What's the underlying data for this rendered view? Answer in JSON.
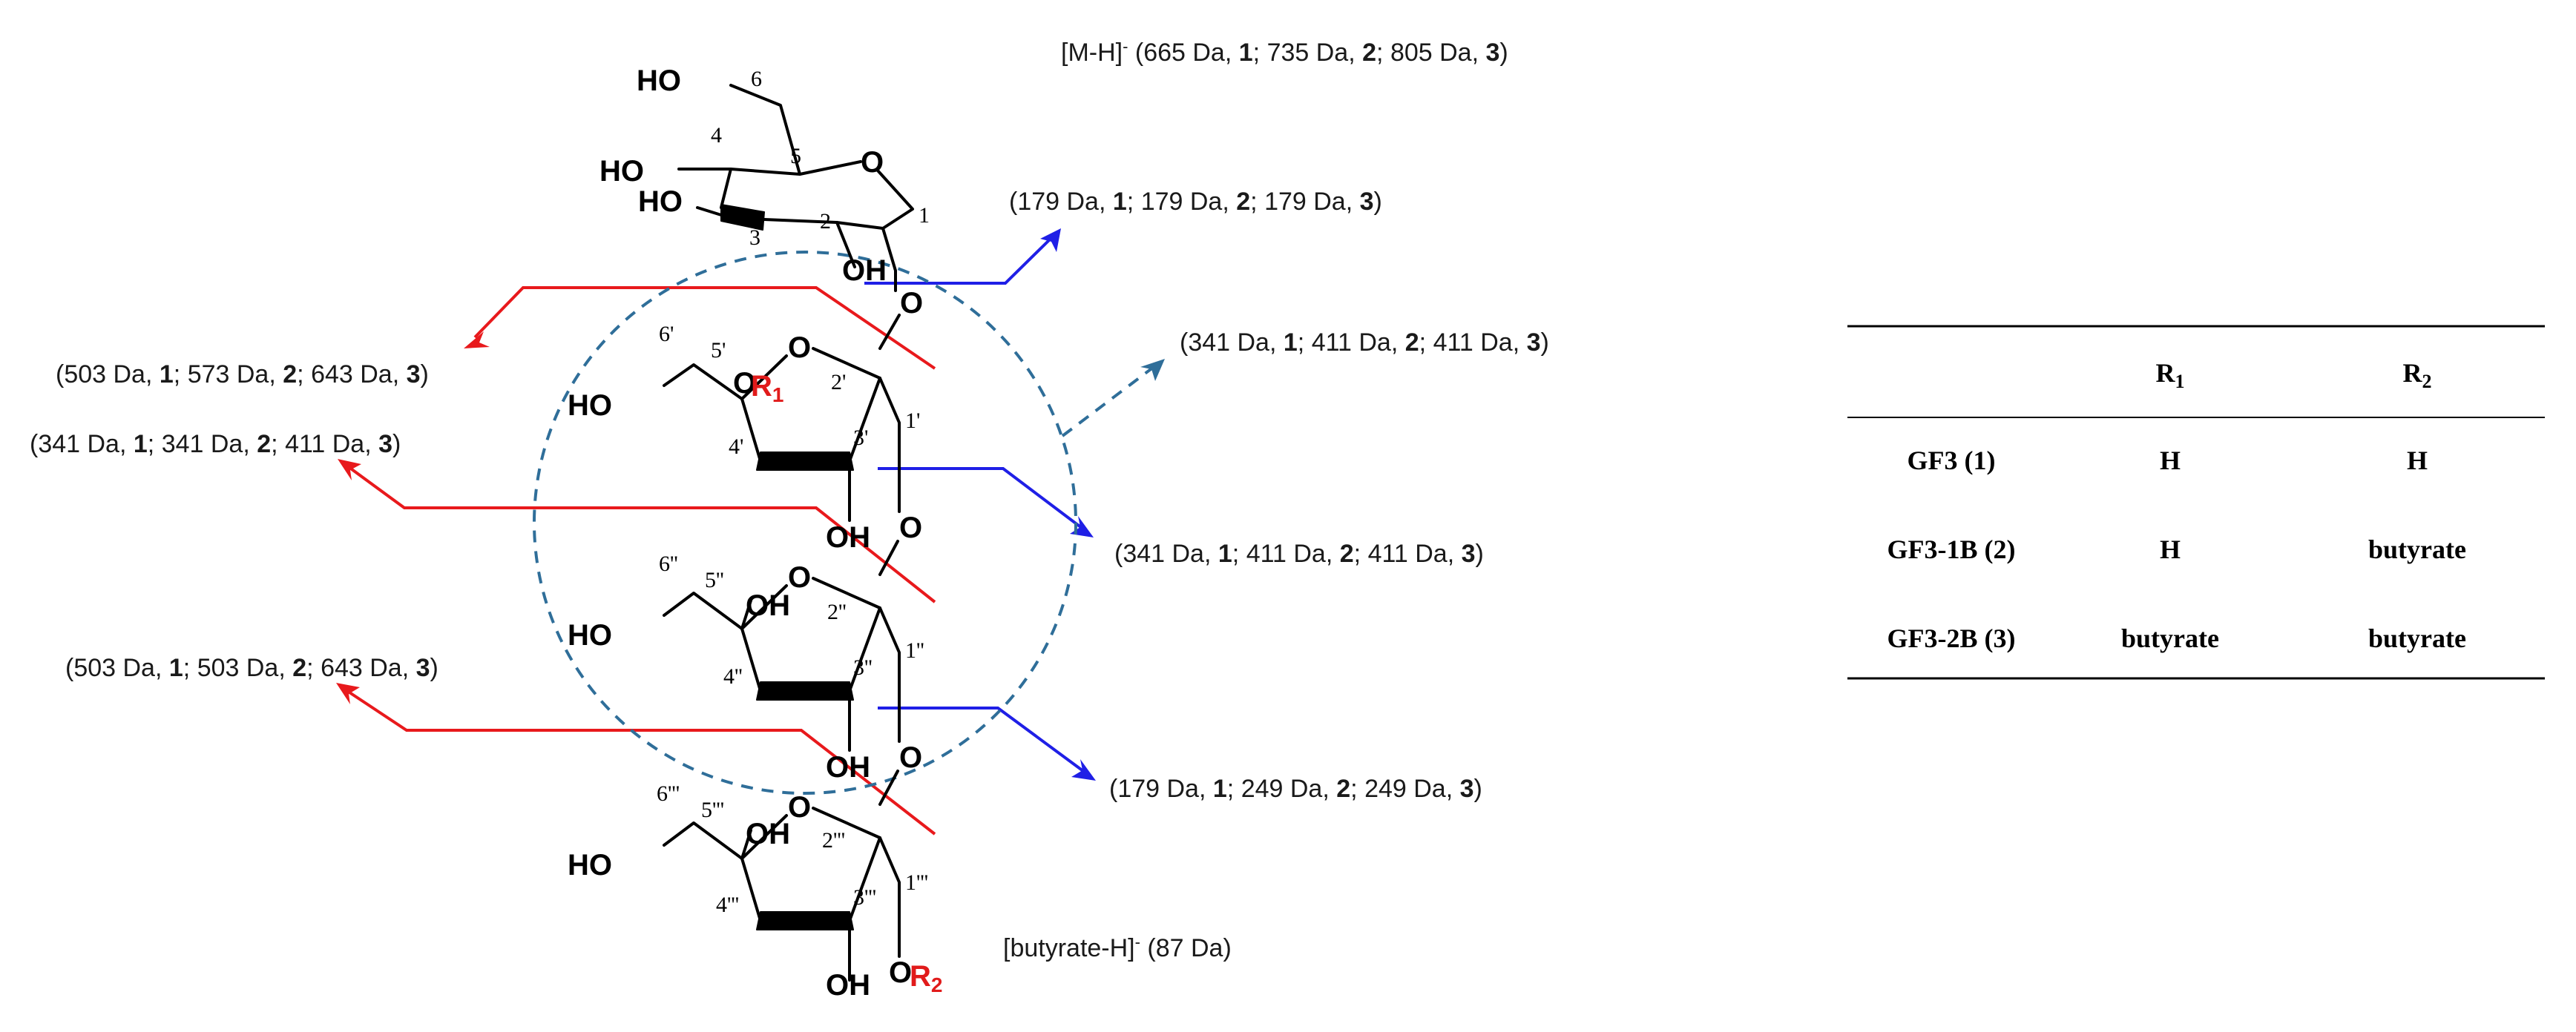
{
  "annotations": {
    "mh": {
      "prefix": "[M-H]",
      "sup": "-",
      "vals": [
        "665 Da",
        "735 Da",
        "805 Da"
      ],
      "ids": [
        "1",
        "2",
        "3"
      ]
    },
    "b179": {
      "vals": [
        "179 Da",
        "179 Da",
        "179 Da"
      ],
      "ids": [
        "1",
        "2",
        "3"
      ]
    },
    "dash341": {
      "vals": [
        "341 Da",
        "411 Da",
        "411 Da"
      ],
      "ids": [
        "1",
        "2",
        "3"
      ]
    },
    "r503a": {
      "vals": [
        "503 Da",
        "573 Da",
        "643 Da"
      ],
      "ids": [
        "1",
        "2",
        "3"
      ]
    },
    "r341": {
      "vals": [
        "341 Da",
        "341 Da",
        "411 Da"
      ],
      "ids": [
        "1",
        "2",
        "3"
      ]
    },
    "b341": {
      "vals": [
        "341 Da",
        "411 Da",
        "411 Da"
      ],
      "ids": [
        "1",
        "2",
        "3"
      ]
    },
    "r503b": {
      "vals": [
        "503 Da",
        "503 Da",
        "643 Da"
      ],
      "ids": [
        "1",
        "2",
        "3"
      ]
    },
    "b179b": {
      "vals": [
        "179 Da",
        "249 Da",
        "249 Da"
      ],
      "ids": [
        "1",
        "2",
        "3"
      ]
    },
    "butyrate": {
      "prefix": "[butyrate-H]",
      "sup": "-",
      "suffix": "(87 Da)"
    }
  },
  "structure": {
    "ho": "HO",
    "oh": "OH",
    "o": "O",
    "r_letter": "R",
    "r1_sub": "1",
    "r2_sub": "2",
    "locants": {
      "g1": "1",
      "g2": "2",
      "g3": "3",
      "g4": "4",
      "g5": "5",
      "g6": "6",
      "f1_1": "1'",
      "f1_2": "2'",
      "f1_3": "3'",
      "f1_4": "4'",
      "f1_5": "5'",
      "f1_6": "6'",
      "f2_1": "1''",
      "f2_2": "2''",
      "f2_3": "3''",
      "f2_4": "4''",
      "f2_5": "5''",
      "f2_6": "6''",
      "f3_1": "1'''",
      "f3_2": "2'''",
      "f3_3": "3'''",
      "f3_4": "4'''",
      "f3_5": "5'''",
      "f3_6": "6'''"
    }
  },
  "table": {
    "header": {
      "r1": "R",
      "r1_sub": "1",
      "r2": "R",
      "r2_sub": "2"
    },
    "rows": [
      {
        "name": "GF3 (1)",
        "r1": "H",
        "r2": "H"
      },
      {
        "name": "GF3-1B (2)",
        "r1": "H",
        "r2": "butyrate"
      },
      {
        "name": "GF3-2B (3)",
        "r1": "butyrate",
        "r2": "butyrate"
      }
    ]
  },
  "colors": {
    "red": "#e8191c",
    "blue": "#1f1fe6",
    "dashed": "#2f6e99"
  }
}
